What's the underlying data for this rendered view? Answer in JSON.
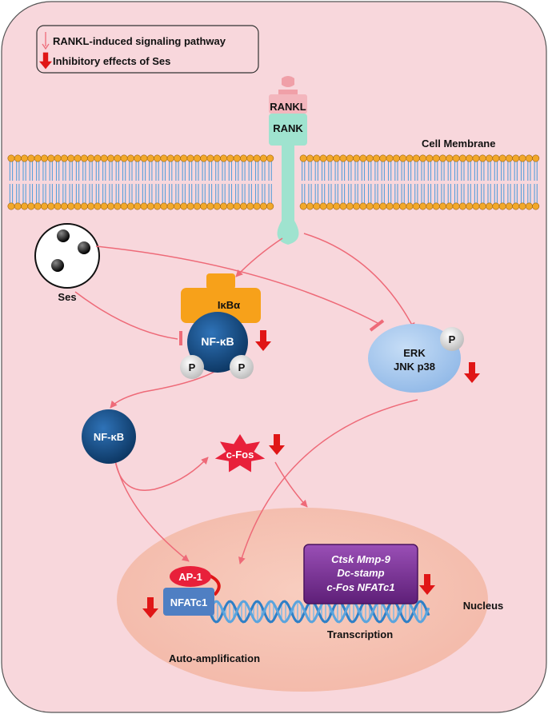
{
  "legend": {
    "activation": "RANKL-induced signaling pathway",
    "inhibition": "Inhibitory effects of Ses"
  },
  "labels": {
    "rankl": "RANKL",
    "rank": "RANK",
    "cell_membrane": "Cell Membrane",
    "ses": "Ses",
    "ikba": "IκBα",
    "nfkb_complex": "NF-κB",
    "phospho": "P",
    "erk": "ERK",
    "jnk_p38": "JNK p38",
    "nfkb_free": "NF-κB",
    "cfos": "c-Fos",
    "ap1": "AP-1",
    "nfatc1": "NFATc1",
    "genes_line1": "Ctsk Mmp-9",
    "genes_line2": "Dc-stamp",
    "genes_line3": "c-Fos NFATc1",
    "nucleus": "Nucleus",
    "transcription": "Transcription",
    "auto_amplification": "Auto-amplification"
  },
  "colors": {
    "cell_bg": "#f8d7dc",
    "nucleus": "#f6c4b6",
    "pathway_arrow": "#ee6a78",
    "inhibit_arrow": "#e01616",
    "receptor": "#9fe3cf",
    "ikba": "#f7a11a",
    "nfkb": "#124a86",
    "erk": "#a9cbf0",
    "cfos": "#e8203a",
    "genes_box": "#7a2f95",
    "nfatc1": "#4f7fc3"
  }
}
